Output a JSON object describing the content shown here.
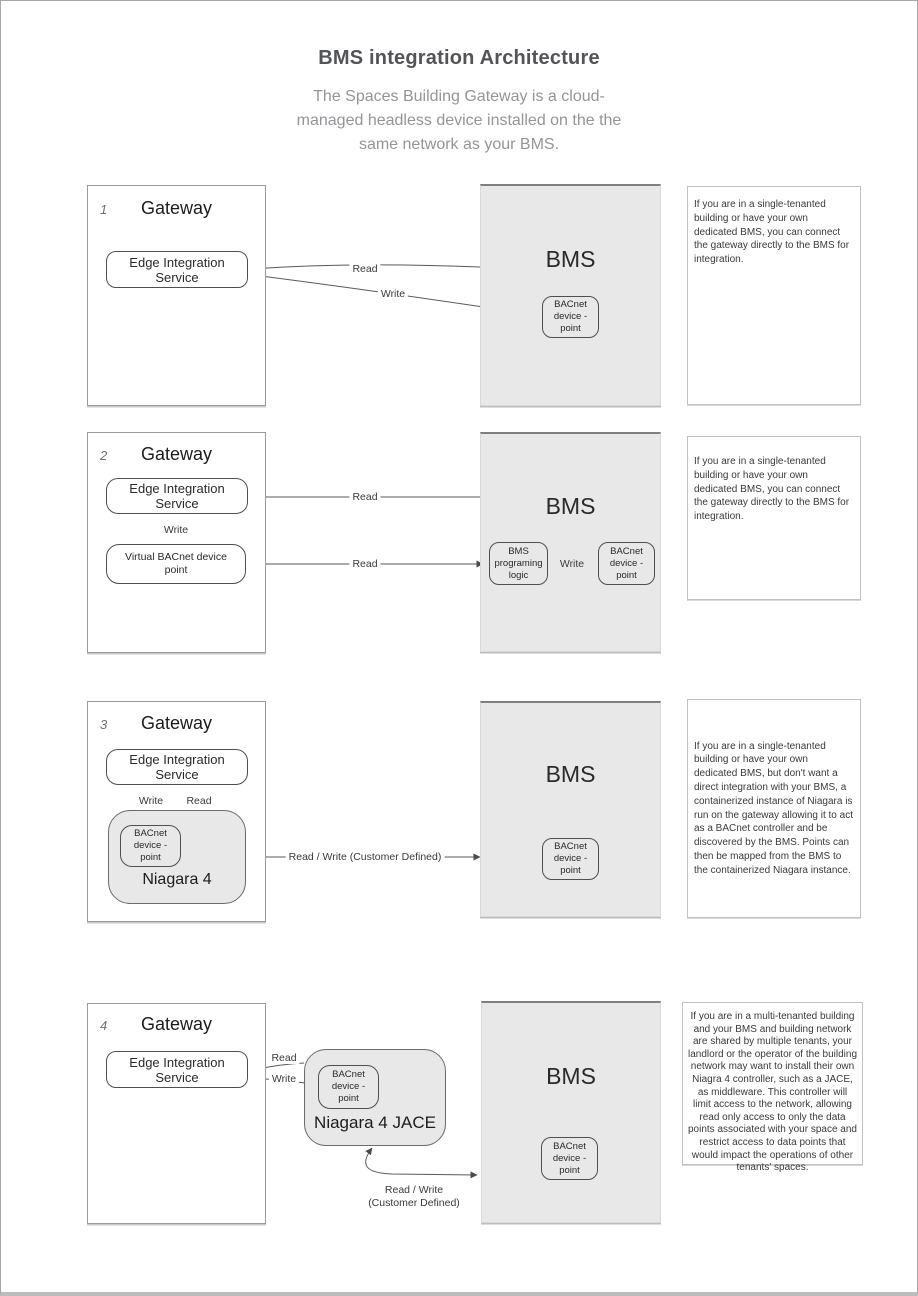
{
  "page": {
    "title": "BMS integration Architecture",
    "subtitle_lines": [
      "The Spaces Building Gateway is a cloud-",
      "managed headless device installed on the the",
      "same network as your BMS."
    ]
  },
  "rows": [
    {
      "number": "1",
      "gateway": {
        "title": "Gateway",
        "eis": "Edge Integration Service"
      },
      "bms": {
        "title": "BMS",
        "bacnet": "BACnet device - point"
      },
      "arrows": {
        "read": "Read",
        "write": "Write"
      },
      "note": "If you are in a single-tenanted building or have your own dedicated BMS, you can connect the gateway directly to the BMS for integration."
    },
    {
      "number": "2",
      "gateway": {
        "title": "Gateway",
        "eis": "Edge Integration Service",
        "write": "Write",
        "virtual_bacnet": "Virtual BACnet device point"
      },
      "bms": {
        "title": "BMS",
        "prog_logic": "BMS programing logic",
        "write": "Write",
        "bacnet": "BACnet device - point"
      },
      "arrows": {
        "read_top": "Read",
        "read_mid": "Read"
      },
      "note": "If you are in a single-tenanted building or have your own dedicated BMS, you can connect the gateway directly to the BMS for integration."
    },
    {
      "number": "3",
      "gateway": {
        "title": "Gateway",
        "eis": "Edge Integration Service",
        "write": "Write",
        "read": "Read",
        "niagara_title": "Niagara 4",
        "bacnet": "BACnet device - point"
      },
      "bms": {
        "title": "BMS",
        "bacnet": "BACnet device - point"
      },
      "arrows": {
        "rw": "Read / Write (Customer Defined)"
      },
      "note": "If you are in a single-tenanted building or have your own dedicated BMS, but don't want a direct integration with your BMS, a containerized instance of Niagara is run on the gateway allowing it to act as a BACnet controller and be discovered by the BMS. Points can then be mapped from the BMS to the containerized Niagara instance."
    },
    {
      "number": "4",
      "gateway": {
        "title": "Gateway",
        "eis": "Edge Integration Service"
      },
      "middleware": {
        "title": "Niagara 4 JACE",
        "bacnet": "BACnet device - point"
      },
      "bms": {
        "title": "BMS",
        "bacnet": "BACnet device - point"
      },
      "arrows": {
        "read": "Read",
        "write": "Write",
        "rw_line1": "Read / Write",
        "rw_line2": "(Customer Defined)"
      },
      "note": "If you are in a multi-tenanted building and your BMS and building network are shared by multiple tenants, your landlord or the operator of the building network may want to install their own Niagra 4 controller, such as a JACE, as middleware. This controller will limit access to the network, allowing read only access to only the data points associated with your space and restrict access to data points that would impact the operations of other tenants' spaces."
    }
  ]
}
